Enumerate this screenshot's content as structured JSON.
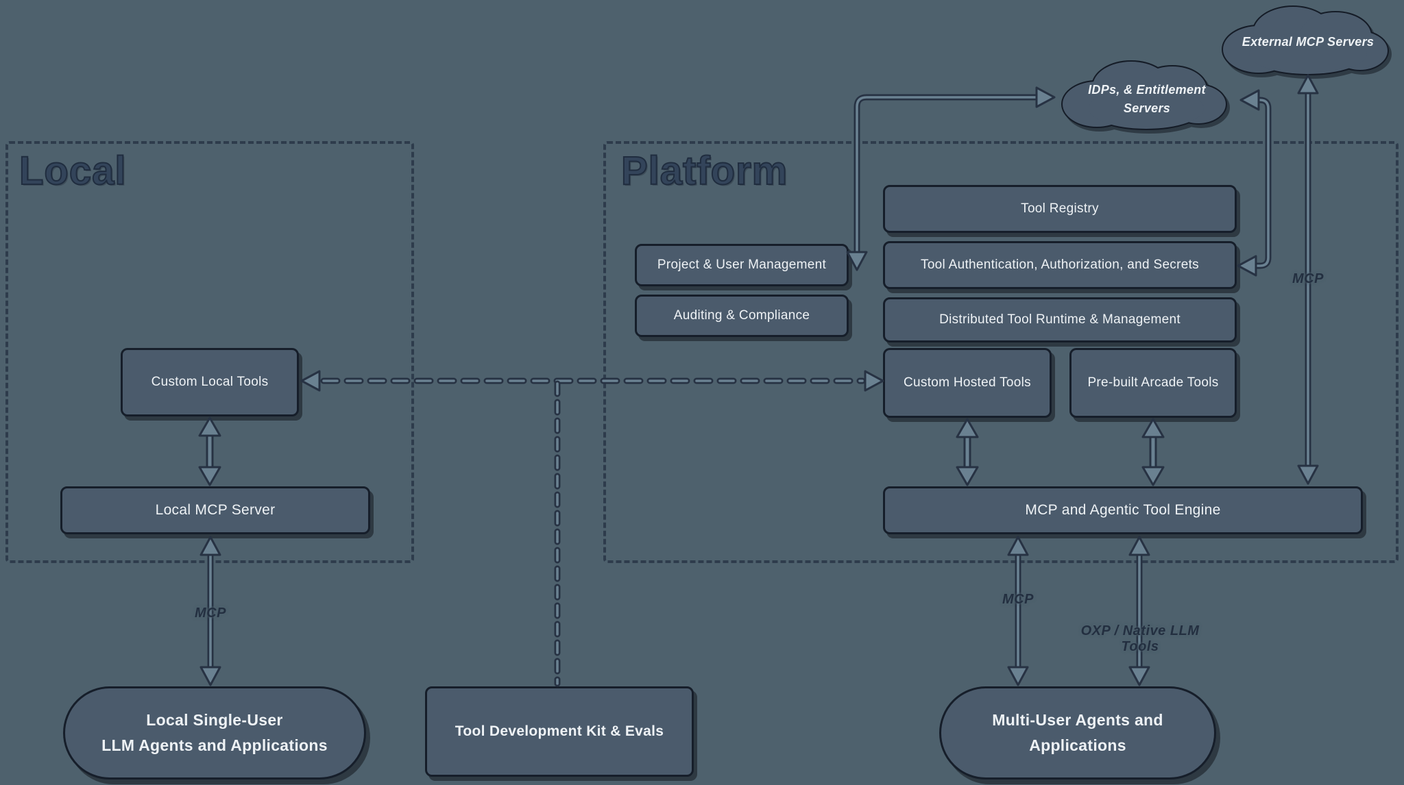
{
  "containers": {
    "local": {
      "label": "Local"
    },
    "platform": {
      "label": "Platform"
    }
  },
  "clouds": {
    "external_mcp": {
      "label": "External MCP Servers"
    },
    "idps": {
      "lines": [
        "IDPs, & Entitlement",
        "Servers"
      ]
    }
  },
  "nodes": {
    "project_user_mgmt": {
      "label": "Project & User Management"
    },
    "auditing_compliance": {
      "label": "Auditing & Compliance"
    },
    "tool_registry": {
      "label": "Tool Registry"
    },
    "tool_auth": {
      "label": "Tool Authentication, Authorization, and Secrets"
    },
    "distributed_runtime": {
      "label": "Distributed Tool Runtime & Management"
    },
    "custom_hosted_tools": {
      "label": "Custom Hosted Tools"
    },
    "prebuilt_arcade_tools": {
      "label": "Pre-built Arcade Tools"
    },
    "mcp_engine": {
      "label": "MCP and Agentic Tool Engine"
    },
    "custom_local_tools": {
      "label": "Custom Local Tools"
    },
    "local_mcp_server": {
      "label": "Local MCP Server"
    },
    "local_agents_pill": {
      "lines": [
        "Local Single-User",
        "LLM Agents and Applications"
      ]
    },
    "tdk": {
      "label": "Tool Development Kit & Evals"
    },
    "multi_user_pill": {
      "lines": [
        "Multi-User Agents and",
        "Applications"
      ]
    }
  },
  "edge_labels": {
    "local_mcp": "MCP",
    "engine_mcp": "MCP",
    "external_mcp": "MCP",
    "oxp": "OXP / Native LLM Tools"
  },
  "colors": {
    "background": "#4e616d",
    "node_fill": "#4b5b6c",
    "node_border": "#161e2a",
    "node_text": "#eef2f5",
    "container_dash": "#2e3c4c",
    "title_text": "#33445a",
    "edge_label_text": "#232f40",
    "arrow_outline": "#273243",
    "arrow_inner": "#6a8191"
  }
}
